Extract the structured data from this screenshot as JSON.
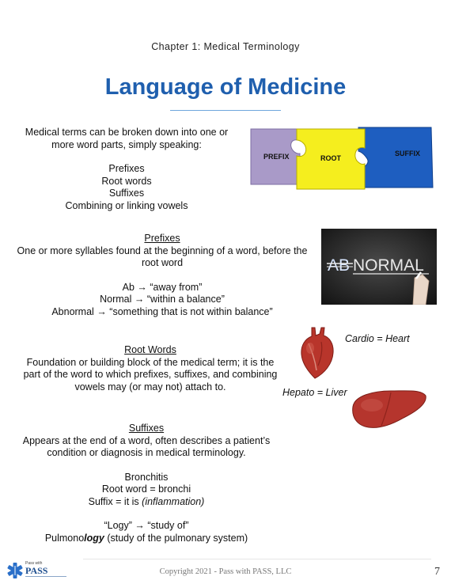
{
  "header": {
    "chapter": "Chapter 1: Medical Terminology"
  },
  "title": "Language of Medicine",
  "intro": {
    "lines": [
      "Medical terms can be broken down into one or",
      "more word parts, simply speaking:"
    ],
    "parts": [
      "Prefixes",
      "Root words",
      "Suffixes",
      "Combining or linking vowels"
    ]
  },
  "puzzle": {
    "prefix": "PREFIX",
    "root": "ROOT",
    "suffix": "SUFFIX"
  },
  "prefixes": {
    "heading": "Prefixes",
    "definition": [
      "One or more syllables found at the beginning of a word, before the",
      "root word"
    ],
    "examples": [
      {
        "term": "Ab",
        "meaning": "“away from”"
      },
      {
        "term": "Normal",
        "meaning": "“within a balance”"
      },
      {
        "term": "Abnormal",
        "meaning": "“something that is not within balance”"
      }
    ],
    "arrow": "→"
  },
  "chalkboard": {
    "ab": "AB",
    "rest": "NORMAL"
  },
  "root_words": {
    "heading": "Root Words",
    "definition": [
      "Foundation or building block of the medical term; it is the",
      "part of the word to which prefixes, suffixes, and combining",
      "vowels may (or may not) attach to."
    ]
  },
  "captions": {
    "cardio": "Cardio = Heart",
    "hepato": "Hepato = Liver"
  },
  "suffixes": {
    "heading": "Suffixes",
    "definition": [
      "Appears at the end of a word, often describes a patient’s",
      "condition or diagnosis in medical terminology."
    ],
    "example_term": "Bronchitis",
    "example_root": "Root word = bronchi",
    "example_suffix_prefix": "Suffix = it is ",
    "example_suffix_meaning": "(inflammation)",
    "logy_term": "“Logy”",
    "logy_meaning": "“study of”",
    "pulm_start": "Pulmono",
    "pulm_emph": "logy",
    "pulm_end": " (study of the pulmonary system)"
  },
  "footer": {
    "copyright": "Copyright 2021 - Pass with PASS, LLC",
    "page": "7",
    "logo_small": "Pass with",
    "logo_main": "PASS"
  },
  "colors": {
    "title": "#1f5fae",
    "puzzle_prefix": "#a99ac8",
    "puzzle_root": "#f5ee1e",
    "puzzle_suffix": "#1e5ec0",
    "heart": "#b8352b",
    "liver": "#b5352d"
  },
  "icons": [
    "puzzle-illustration",
    "chalkboard-image",
    "heart-icon",
    "liver-icon",
    "star-of-life-icon"
  ]
}
